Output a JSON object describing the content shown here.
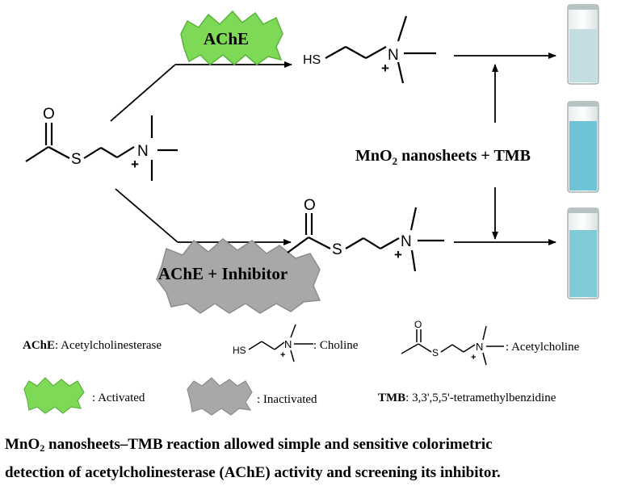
{
  "enzyme_label": "AChE",
  "inhibited_label": "AChE + Inhibitor",
  "reagent_prefix": "MnO",
  "reagent_sub": "2",
  "reagent_suffix": " nanosheets + TMB",
  "atoms": {
    "S": "S",
    "O": "O",
    "N": "N",
    "plus": "+",
    "HS": "HS"
  },
  "legend": {
    "ache": {
      "term": "AChE",
      "desc": ": Acetylcholinesterase"
    },
    "choline": ": Choline",
    "acetylcholine": ": Acetylcholine",
    "activated": ": Activated",
    "inactivated": ": Inactivated",
    "tmb": {
      "term": "TMB",
      "desc": ": 3,3',5,5'-tetramethylbenzidine"
    }
  },
  "caption": {
    "line1_prefix": "MnO",
    "line1_sub": "2",
    "line1_rest": " nanosheets–TMB reaction allowed simple and sensitive colorimetric",
    "line2": "detection of acetylcholinesterase (AChE) activity and screening its inhibitor."
  },
  "colors": {
    "activated": "#7ed957",
    "activated_edge": "#5ab33a",
    "inactivated": "#a8a8a8",
    "inactivated_edge": "#8c8c8c",
    "blue_solution": "#6ec3d4",
    "pale_solution": "#c3dde0"
  }
}
